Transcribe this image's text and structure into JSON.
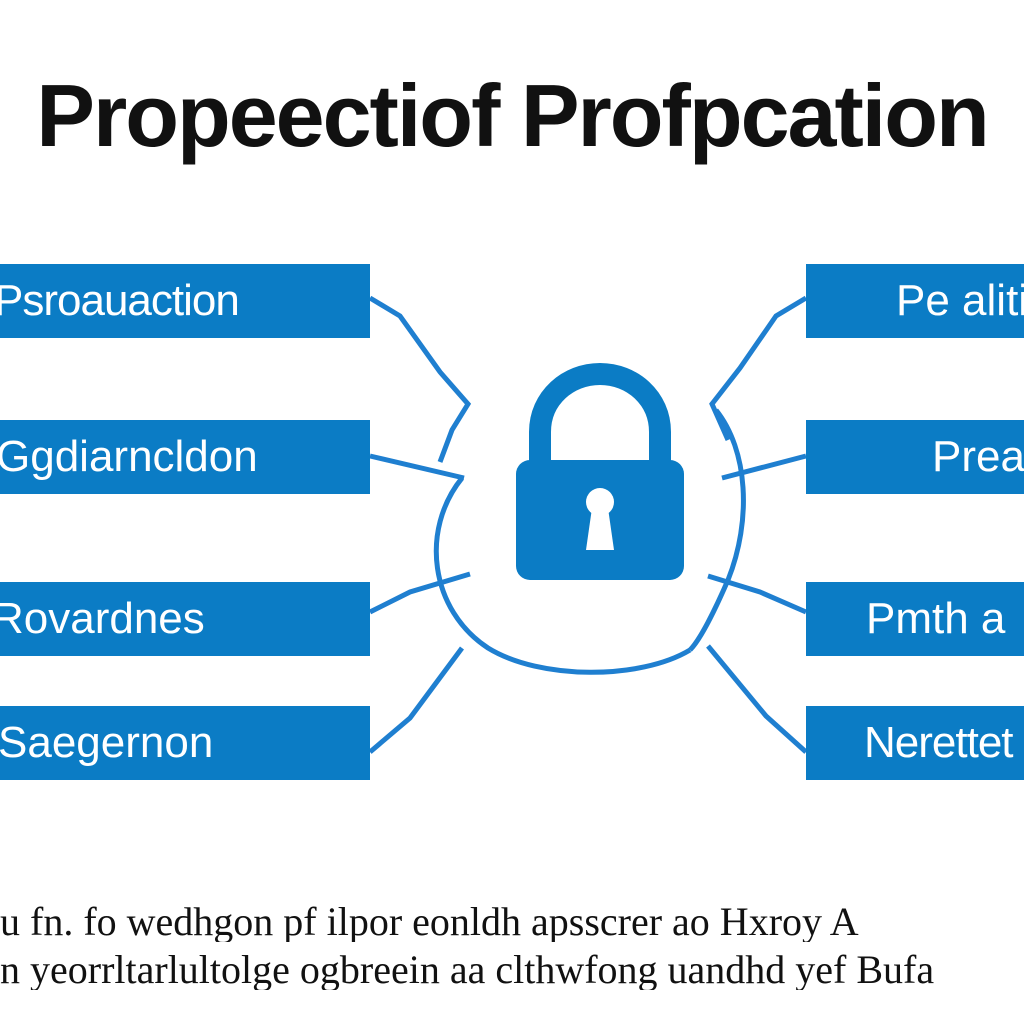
{
  "title": "Propeectiof Profpcation",
  "center": {
    "icon": "padlock-icon",
    "ring_color": "#1f7fd0"
  },
  "colors": {
    "box": "#0b7cc5",
    "box_text": "#ffffff",
    "connector": "#1f7fd0",
    "title": "#111111"
  },
  "left_boxes": [
    {
      "label": "Psroauaction"
    },
    {
      "label": "Ggdiarncldon"
    },
    {
      "label": "Rovardnes"
    },
    {
      "label": "Saegernon"
    }
  ],
  "right_boxes": [
    {
      "label": "Pe aliti"
    },
    {
      "label": "Prea"
    },
    {
      "label": "Pmth a"
    },
    {
      "label": "Nerettet"
    }
  ],
  "footer": {
    "line1": "u fn. fo wedhgon pf ilpor eonldh apsscrer ao Hxroy A",
    "line2": "n yeorrltarlultolge ogbreein aa clthwfong uandhd yef Bufa"
  }
}
